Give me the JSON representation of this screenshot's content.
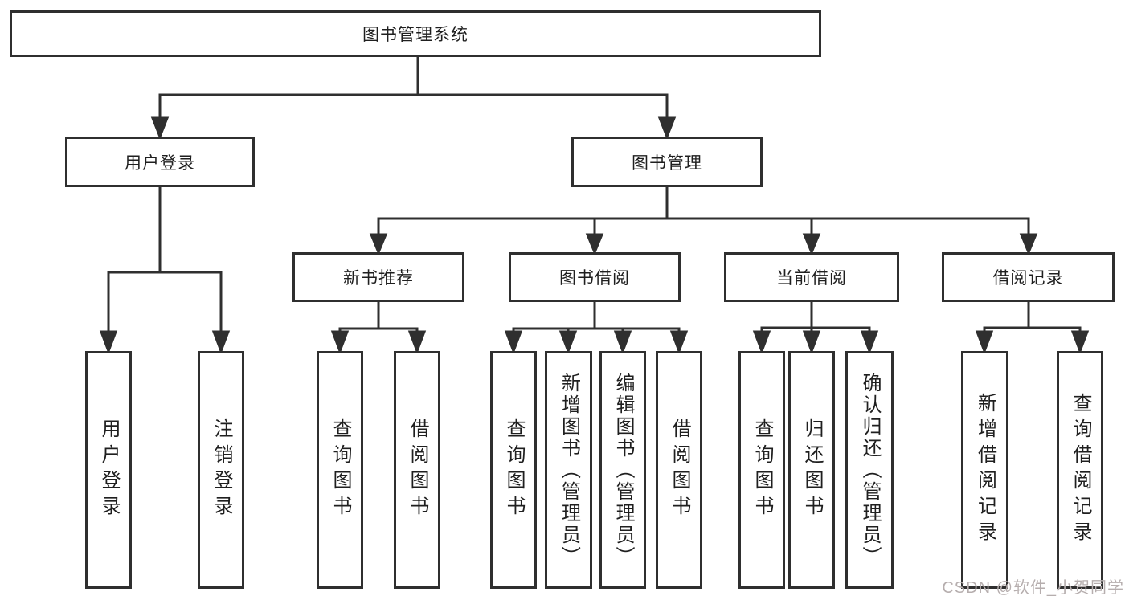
{
  "diagram": {
    "root": "图书管理系统",
    "level2": {
      "user_login": "用户登录",
      "book_mgmt": "图书管理"
    },
    "level3": {
      "new_books": "新书推荐",
      "book_borrow": "图书借阅",
      "current_borrow": "当前借阅",
      "borrow_records": "借阅记录"
    },
    "leaves": {
      "user_login": [
        "用户登录",
        "注销登录"
      ],
      "new_books": [
        "查询图书",
        "借阅图书"
      ],
      "book_borrow": [
        "查询图书",
        "新增图书（管理员）",
        "编辑图书（管理员）",
        "借阅图书"
      ],
      "current_borrow": [
        "查询图书",
        "归还图书",
        "确认归还（管理员）"
      ],
      "borrow_records": [
        "新增借阅记录",
        "查询借阅记录"
      ]
    }
  },
  "watermark": "CSDN @软件_小贺同学",
  "colors": {
    "line": "#2f2f2f",
    "text": "#1f1f1f",
    "watermark": "#b6aeae",
    "background": "#ffffff"
  }
}
